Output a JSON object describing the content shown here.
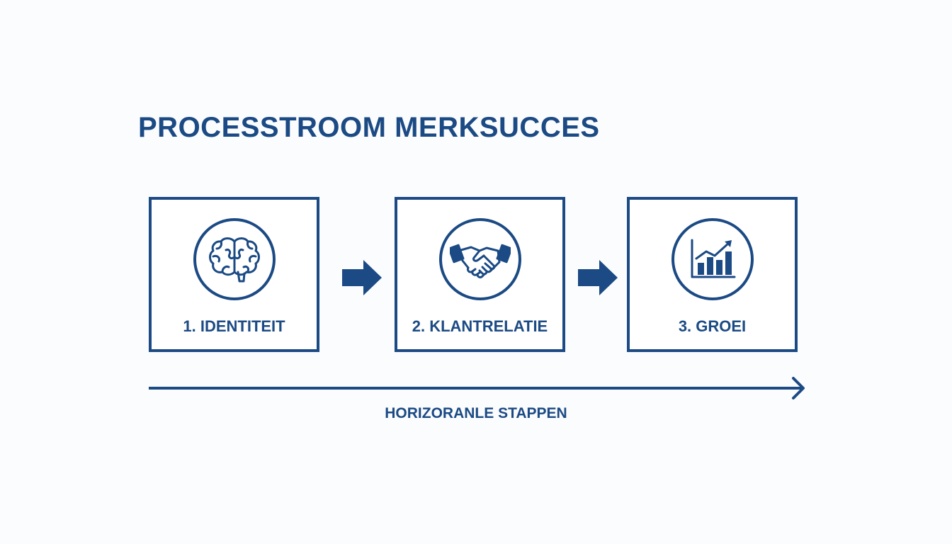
{
  "title": "PROCESSTROOM MERKSUCCES",
  "colors": {
    "primary": "#1b4a84",
    "background": "#fbfcfd"
  },
  "steps": [
    {
      "label": "1. IDENTITEIT",
      "icon": "brain-icon"
    },
    {
      "label": "2. KLANTRELATIE",
      "icon": "handshake-icon"
    },
    {
      "label": "3. GROEI",
      "icon": "growth-chart-icon"
    }
  ],
  "timeline": {
    "label": "HORIZORANLE STAPPEN"
  }
}
